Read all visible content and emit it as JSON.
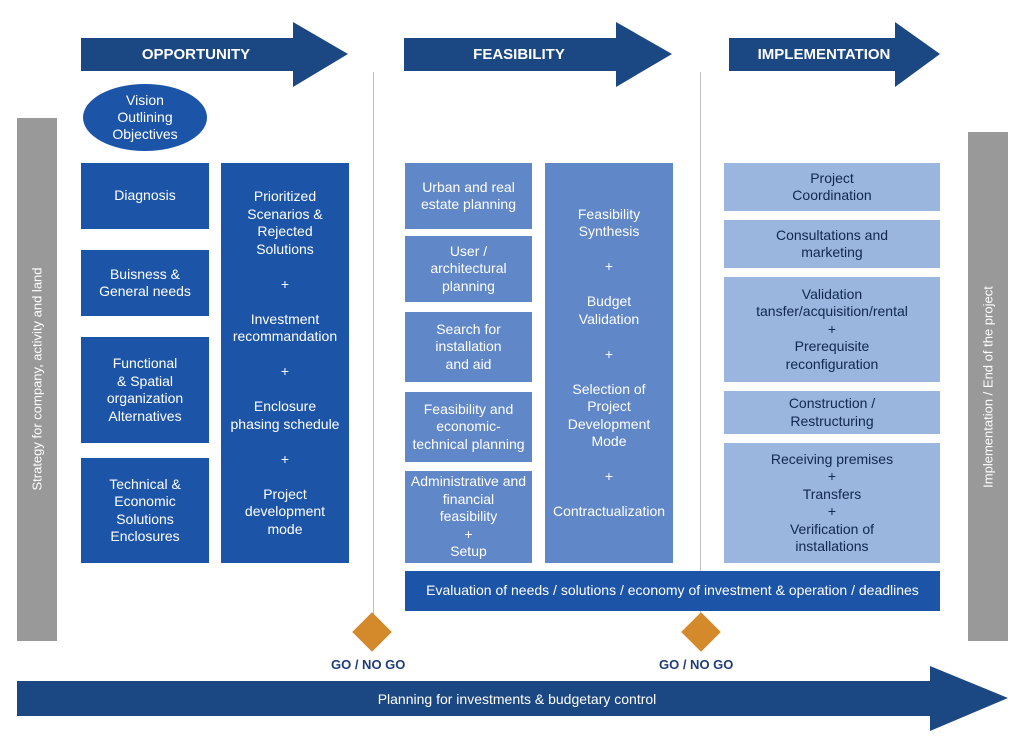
{
  "phases": {
    "opportunity": "OPPORTUNITY",
    "feasibility": "FEASIBILITY",
    "implementation": "IMPLEMENTATION"
  },
  "side": {
    "left": "Strategy for company, activity and land",
    "right": "Implementation / End of the project"
  },
  "vision": "Vision\nOutlining\nObjectives",
  "opportunity": {
    "col1": [
      "Diagnosis",
      "Buisness &\nGeneral needs",
      "Functional\n& Spatial\norganization\nAlternatives",
      "Technical &\nEconomic\nSolutions\nEnclosures"
    ],
    "col2": "Prioritized\nScenarios &\nRejected\nSolutions\n\n+\n\nInvestment\nrecommandation\n\n+\n\nEnclosure\nphasing schedule\n\n+\n\nProject\ndevelopment\nmode"
  },
  "feasibility": {
    "col1": [
      "Urban and real\nestate planning",
      "User /\narchitectural\nplanning",
      "Search for\ninstallation\nand aid",
      "Feasibility and\neconomic-\ntechnical planning",
      "Administrative and\nfinancial\nfeasibility\n+\nSetup"
    ],
    "col2": "Feasibility\nSynthesis\n\n+\n\nBudget\nValidation\n\n+\n\nSelection of\nProject\nDevelopment\nMode\n\n+\n\nContractualization"
  },
  "implementation": {
    "items": [
      "Project\nCoordination",
      "Consultations and\nmarketing",
      "Validation\ntansfer/acquisition/rental\n+\nPrerequisite\nreconfiguration",
      "Construction /\nRestructuring",
      "Receiving premises\n+\nTransfers\n+\nVerification of\ninstallations"
    ]
  },
  "evaluation": "Evaluation of needs / solutions / economy of investment & operation / deadlines",
  "gates": [
    "GO / NO GO",
    "GO / NO GO"
  ],
  "planning": "Planning for investments & budgetary control",
  "colors": {
    "dark_blue": "#1c55a8",
    "medium_blue": "#6087c7",
    "light_blue": "#9ab5de",
    "arrow_navy": "#1b4782",
    "gate_orange": "#d4892a",
    "side_gray": "#999999"
  }
}
